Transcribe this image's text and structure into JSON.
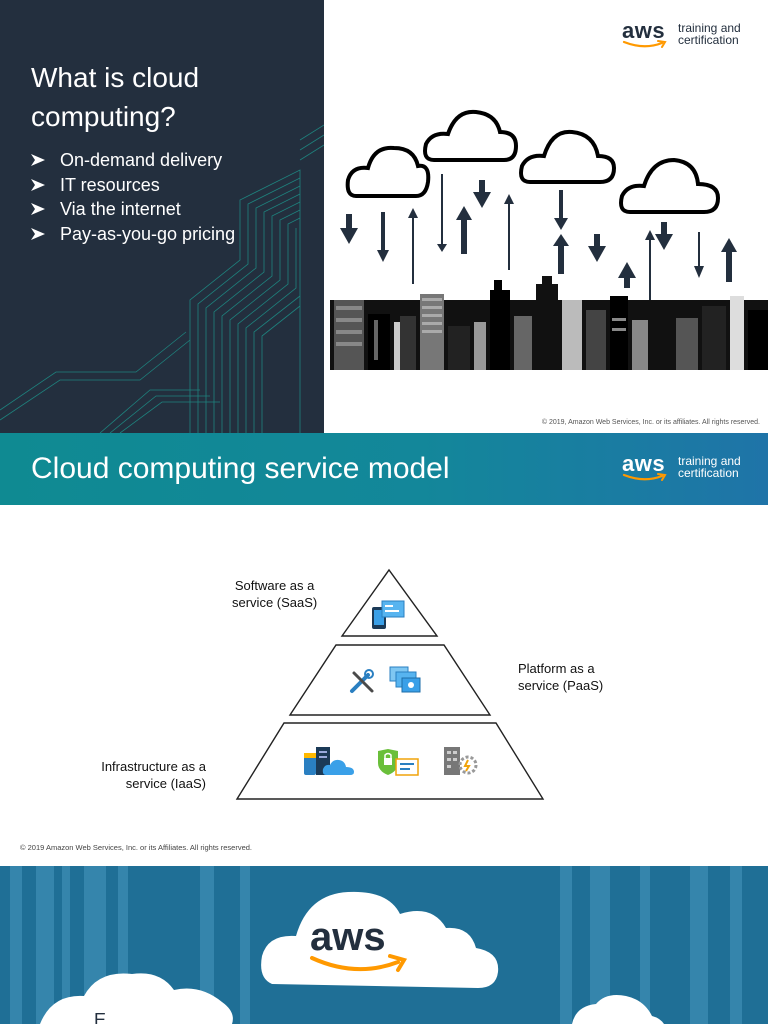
{
  "slide1": {
    "title_line1": "What is cloud",
    "title_line2": "computing?",
    "bullets": [
      "On-demand delivery",
      "IT resources",
      "Via the internet",
      "Pay-as-you-go pricing"
    ],
    "logo": {
      "word": "aws",
      "sub_line1": "training and",
      "sub_line2": "certification"
    },
    "copyright": "© 2019, Amazon Web Services, Inc. or its affiliates. All rights reserved.",
    "colors": {
      "panel": "#232f3e",
      "accent_lines": "#1d9e93",
      "arrow": "#232f3e"
    },
    "icons": [
      "cloud-icon",
      "arrow-up-icon",
      "arrow-down-icon",
      "city-skyline"
    ]
  },
  "slide2": {
    "title": "Cloud computing service model",
    "logo": {
      "word": "aws",
      "sub_line1": "training and",
      "sub_line2": "certification"
    },
    "saas_label_line1": "Software as a",
    "saas_label_line2": "service (SaaS)",
    "paas_label_line1": "Platform as a",
    "paas_label_line2": "service (PaaS)",
    "iaas_label_line1": "Infrastructure as a",
    "iaas_label_line2": "service (IaaS)",
    "copyright": "© 2019 Amazon Web Services, Inc. or its Affiliates. All rights reserved.",
    "colors": {
      "header_start": "#0f8a92",
      "header_end": "#1f74a8",
      "smile": "#ff9900"
    },
    "icons": [
      "mobile-app-icon",
      "tools-icon",
      "monitors-icon",
      "database-cloud-icon",
      "shield-certificate-icon",
      "server-gear-icon"
    ]
  },
  "slide3": {
    "logo_word": "aws",
    "partial_text": "E",
    "colors": {
      "background": "#1f6f96",
      "cloud": "#ffffff",
      "smile": "#ff9900"
    },
    "icons": [
      "cloud-icon",
      "aws-logo"
    ]
  }
}
